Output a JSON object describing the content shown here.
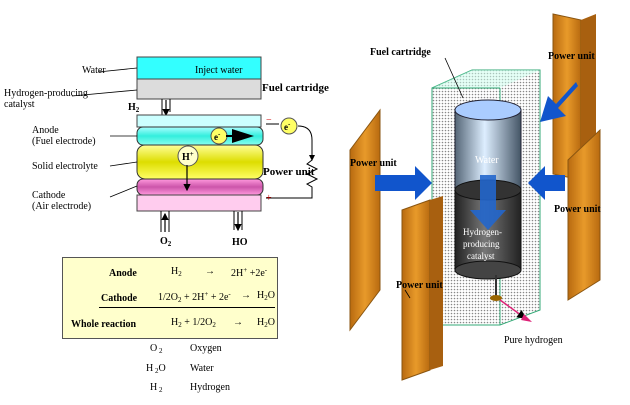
{
  "left": {
    "labels": {
      "water": "Water",
      "inject_water": "Inject water",
      "fuel_cartridge": "Fuel cartridge",
      "catalyst": "Hydrogen-producing catalyst",
      "catalyst_line1": "Hydrogen-producing",
      "catalyst_line2": "catalyst",
      "h2": "H",
      "anode_line1": "Anode",
      "anode_line2": "(Fuel electrode)",
      "electrolyte": "Solid electrolyte",
      "cathode_line1": "Cathode",
      "cathode_line2": "(Air electrode)",
      "power_unit": "Power unit",
      "o2": "O",
      "ho": "HO",
      "electron": "e",
      "proton": "H",
      "minus": "−",
      "plus": "+"
    },
    "reactions": [
      {
        "name": "Anode",
        "lhs": "H2",
        "arrow": "→",
        "rhs": "2H+ + 2e-"
      },
      {
        "name": "Cathode",
        "lhs": "1/2O2 + 2H+ + 2e-",
        "arrow": "→",
        "rhs": "H2O"
      },
      {
        "name": "Whole reaction",
        "lhs": "H2 + 1/2O2",
        "arrow": "→",
        "rhs": "H2O"
      }
    ],
    "legend": [
      {
        "symbol": "O2",
        "meaning": "Oxygen"
      },
      {
        "symbol": "H2O",
        "meaning": "Water"
      },
      {
        "symbol": "H2",
        "meaning": "Hydrogen"
      }
    ]
  },
  "right": {
    "labels": {
      "fuel_cartridge": "Fuel cartridge",
      "power_unit_top_right": "Power unit",
      "power_unit_left": "Power unit",
      "power_unit_right": "Power unit",
      "power_unit_bottom": "Power unit",
      "water": "Water",
      "catalyst_line1": "Hydrogen-",
      "catalyst_line2": "producing",
      "catalyst_line3": "catalyst",
      "pure_hydrogen": "Pure hydrogen"
    }
  },
  "colors": {
    "water_cyan": "#33ffff",
    "catalyst_gray": "#dcdcdc",
    "anode_cyan": "#66ffee",
    "electrolyte_yellow": "#ffff00",
    "cathode_magenta": "#ee66cc",
    "cathode_light": "#ffccee",
    "table_yellow": "#ffffcc",
    "power_unit_orange": "#d98c1a",
    "arrow_blue": "#1155cc"
  }
}
